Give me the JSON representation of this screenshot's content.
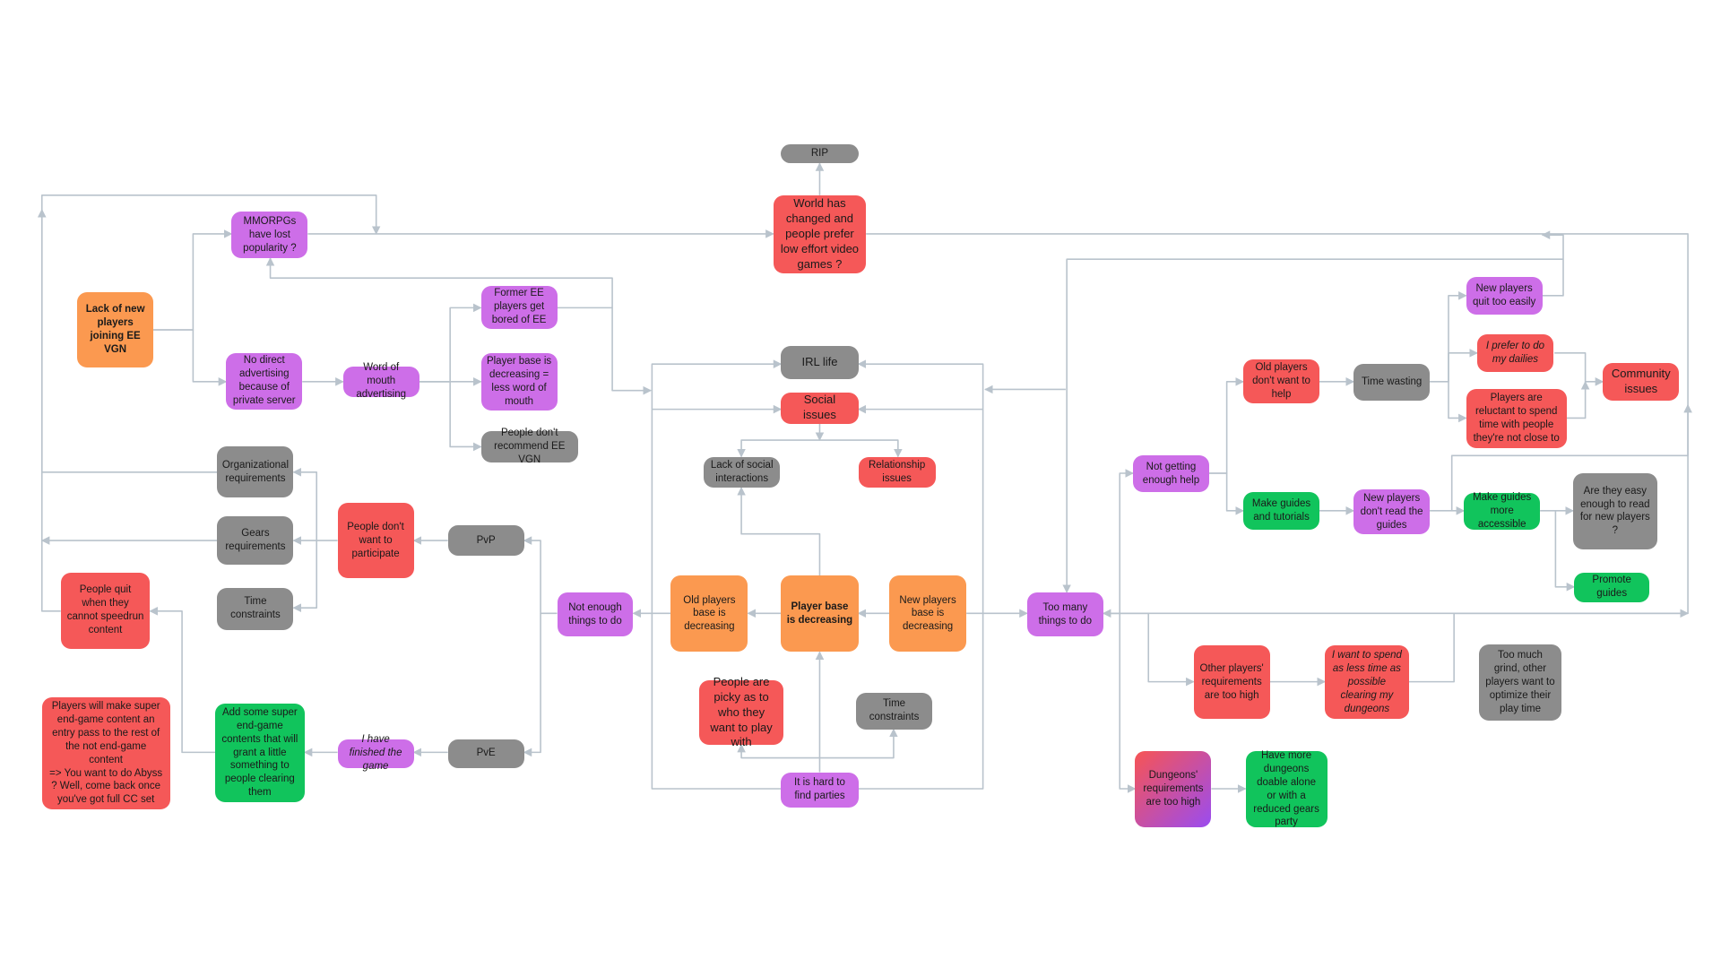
{
  "diagram": {
    "colors": {
      "grey": "#8c8c8c",
      "purple": "#cd6ee8",
      "red": "#f55858",
      "orange": "#fb9950",
      "green": "#11c45c",
      "gradient_from": "#f75454",
      "gradient_to": "#9a4cf0",
      "connector": "#b9c3cc"
    },
    "nodes": [
      {
        "id": "rip",
        "text": "RIP",
        "color": "grey"
      },
      {
        "id": "world",
        "text": "World has changed and people prefer low effort video games ?",
        "color": "red"
      },
      {
        "id": "mmorpg",
        "text": "MMORPGs have lost popularity ?",
        "color": "purple"
      },
      {
        "id": "lack",
        "text": "Lack of new players joining EE VGN",
        "color": "orange"
      },
      {
        "id": "nodirect",
        "text": "No direct advertising because of private server",
        "color": "purple"
      },
      {
        "id": "wom",
        "text": "Word of mouth advertising",
        "color": "purple"
      },
      {
        "id": "former",
        "text": "Former EE players get bored of EE",
        "color": "purple"
      },
      {
        "id": "pbdec_wom",
        "text": "Player base is decreasing = less word of mouth",
        "color": "purple"
      },
      {
        "id": "dontrec",
        "text": "People don't recommend EE VGN",
        "color": "grey"
      },
      {
        "id": "orgreq",
        "text": "Organizational requirements",
        "color": "grey"
      },
      {
        "id": "gearsreq",
        "text": "Gears requirements",
        "color": "grey"
      },
      {
        "id": "timec_l",
        "text": "Time constraints",
        "color": "grey"
      },
      {
        "id": "dontpart",
        "text": "People don't want to participate",
        "color": "red"
      },
      {
        "id": "pvp",
        "text": "PvP",
        "color": "grey"
      },
      {
        "id": "quit",
        "text": "People quit when they cannot speedrun content",
        "color": "red"
      },
      {
        "id": "notenough",
        "text": "Not enough things to do",
        "color": "purple"
      },
      {
        "id": "pve",
        "text": "PvE",
        "color": "grey"
      },
      {
        "id": "finished",
        "text": "I have finished the game",
        "color": "purple"
      },
      {
        "id": "addsuper",
        "text": "Add some super end-game contents that will grant a little something to people clearing them",
        "color": "green"
      },
      {
        "id": "playersmake",
        "text": "Players will make super end-game content an entry pass to the rest of the not end-game content\n=> You want to do Abyss ? Well, come back once you've got full CC set",
        "color": "red"
      },
      {
        "id": "irl",
        "text": "IRL life",
        "color": "grey"
      },
      {
        "id": "social",
        "text": "Social issues",
        "color": "red"
      },
      {
        "id": "lacksocial",
        "text": "Lack of social interactions",
        "color": "grey"
      },
      {
        "id": "relationship",
        "text": "Relationship issues",
        "color": "red"
      },
      {
        "id": "oldpb",
        "text": "Old players base is decreasing",
        "color": "orange"
      },
      {
        "id": "pbdec",
        "text": "Player base is decreasing",
        "color": "orange"
      },
      {
        "id": "newpb",
        "text": "New players base is decreasing",
        "color": "orange"
      },
      {
        "id": "picky",
        "text": "People are picky as to who they want to play with",
        "color": "red"
      },
      {
        "id": "timec_c",
        "text": "Time constraints",
        "color": "grey"
      },
      {
        "id": "hardparty",
        "text": "It is hard to find parties",
        "color": "purple"
      },
      {
        "id": "toomany",
        "text": "Too many things to do",
        "color": "purple"
      },
      {
        "id": "notgetting",
        "text": "Not getting enough help",
        "color": "purple"
      },
      {
        "id": "oldnohelp",
        "text": "Old players don't want to help",
        "color": "red"
      },
      {
        "id": "timewasting",
        "text": "Time wasting",
        "color": "grey"
      },
      {
        "id": "newquit",
        "text": "New players quit too easily",
        "color": "purple"
      },
      {
        "id": "dailies",
        "text": "I prefer to do my dailies",
        "color": "red"
      },
      {
        "id": "reluctant",
        "text": "Players are reluctant to spend time with people they're not close to",
        "color": "red"
      },
      {
        "id": "community",
        "text": "Community issues",
        "color": "red"
      },
      {
        "id": "makeguides",
        "text": "Make guides and tutorials",
        "color": "green"
      },
      {
        "id": "newnoread",
        "text": "New players don't read the guides",
        "color": "purple"
      },
      {
        "id": "accessible",
        "text": "Make guides more accessible",
        "color": "green"
      },
      {
        "id": "easyenough",
        "text": "Are they easy enough to read for new players ?",
        "color": "grey"
      },
      {
        "id": "promote",
        "text": "Promote guides",
        "color": "green"
      },
      {
        "id": "otherreq",
        "text": "Other players' requirements are too high",
        "color": "red"
      },
      {
        "id": "lesstime",
        "text": "I want to spend as less time as possible clearing my dungeons",
        "color": "red"
      },
      {
        "id": "grind",
        "text": "Too much grind, other players want to optimize their play time",
        "color": "grey"
      },
      {
        "id": "dungeonreq",
        "text": "Dungeons' requirements are too high",
        "color": "gradient"
      },
      {
        "id": "moredungeons",
        "text": "Have more dungeons doable alone or with a reduced gears party",
        "color": "green"
      }
    ]
  }
}
